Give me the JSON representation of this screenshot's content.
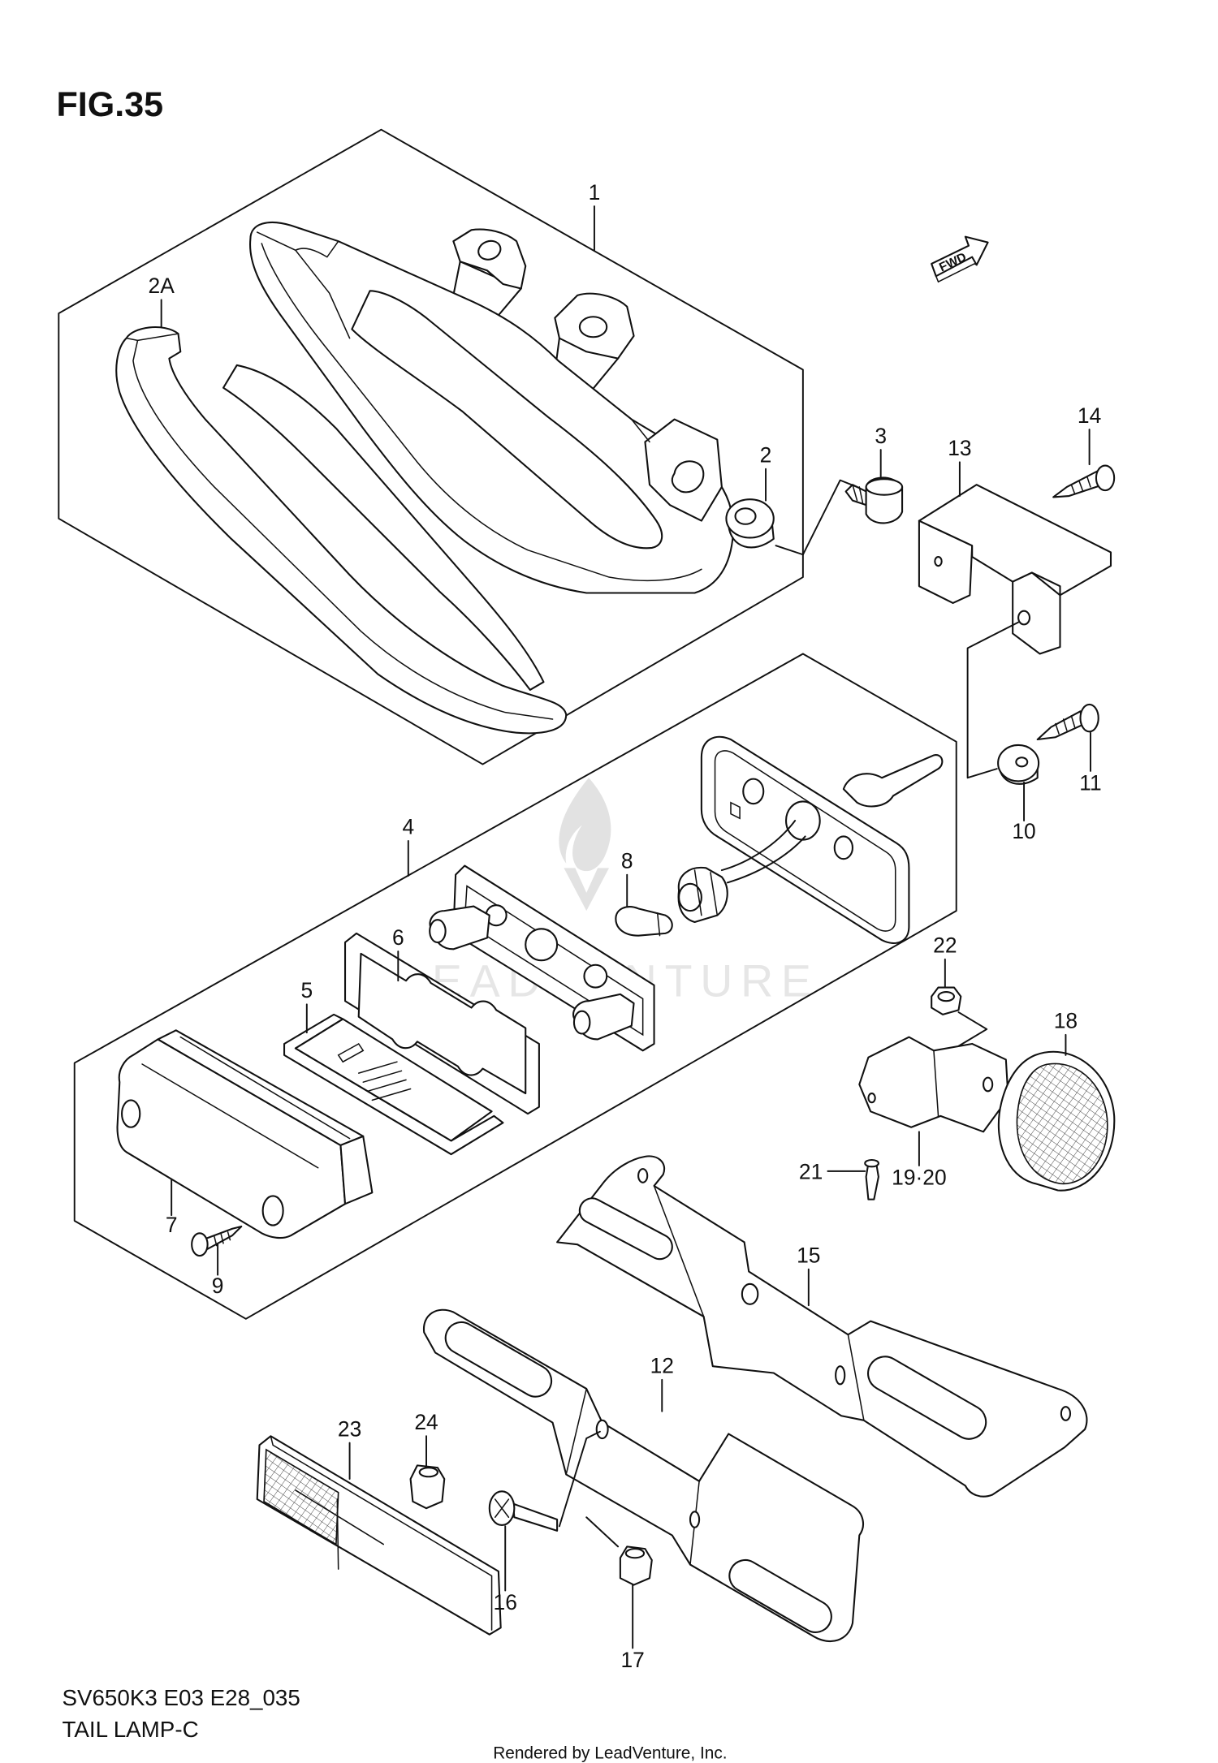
{
  "figure": {
    "number": "FIG.35",
    "code": "SV650K3 E03 E28_035",
    "title": "TAIL LAMP-C",
    "credit": "Rendered by LeadVenture, Inc.",
    "direction_label": "FWD",
    "watermark": "LEADVENTURE"
  },
  "colors": {
    "ink": "#111111",
    "paper": "#ffffff"
  },
  "callouts": [
    {
      "label": "1"
    },
    {
      "label": "2A"
    },
    {
      "label": "2"
    },
    {
      "label": "3"
    },
    {
      "label": "13"
    },
    {
      "label": "14"
    },
    {
      "label": "4"
    },
    {
      "label": "8"
    },
    {
      "label": "6"
    },
    {
      "label": "10"
    },
    {
      "label": "11"
    },
    {
      "label": "22"
    },
    {
      "label": "18"
    },
    {
      "label": "5"
    },
    {
      "label": "7"
    },
    {
      "label": "9"
    },
    {
      "label": "21"
    },
    {
      "label": "19·20"
    },
    {
      "label": "15"
    },
    {
      "label": "12"
    },
    {
      "label": "23"
    },
    {
      "label": "24"
    },
    {
      "label": "16"
    },
    {
      "label": "17"
    }
  ]
}
